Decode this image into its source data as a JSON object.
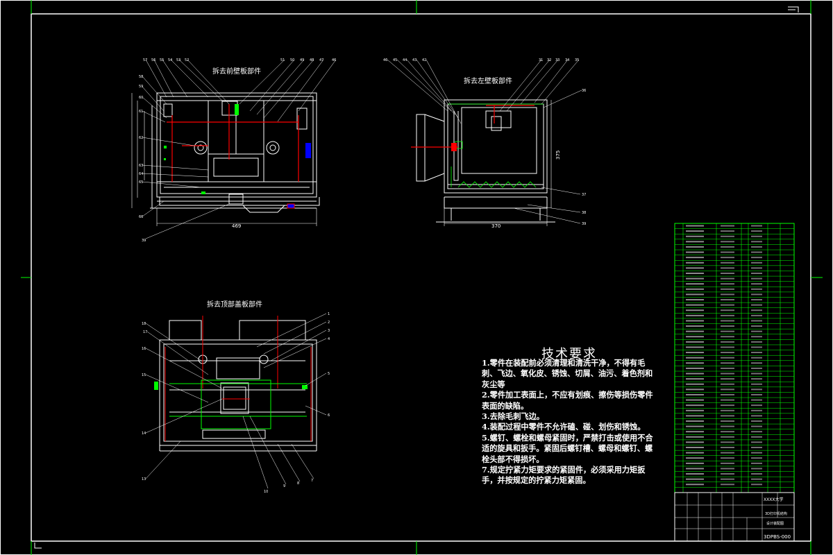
{
  "views": {
    "front_title": "拆去前壁板部件",
    "left_title": "拆去左壁板部件",
    "top_title": "拆去顶部盖板部件",
    "front_width_dim": "469",
    "left_width_dim": "370",
    "left_height_dim": "375"
  },
  "tech_requirements": {
    "title": "技术要求",
    "items": [
      "1.零件在装配前必须清理和清洗干净，不得有毛刺、飞边、氧化皮、锈蚀、切屑、油污、着色剂和灰尘等",
      "2.零件加工表面上，不应有划痕、擦伤等损伤零件表面的缺陷。",
      "3.去除毛刺飞边。",
      "4.装配过程中零件不允许磕、碰、划伤和锈蚀。",
      "5.螺钉、螺栓和螺母紧固时，严禁打击或使用不合适的旋具和扳手。紧固后螺钉槽、螺母和螺钉、螺栓头部不得损坏。",
      "7.规定拧紧力矩要求的紧固件，必须采用力矩扳手，并按规定的拧紧力矩紧固。"
    ]
  },
  "title_block": {
    "org": "XXXX大学",
    "name_line1": "3D打印机结构",
    "name_line2": "设计装配图",
    "drawing_no": "3DPBS-000"
  },
  "colors": {
    "background": "#000000",
    "line": "#ffffff",
    "red": "#ff0000",
    "green": "#00ff00",
    "blue": "#0000ff"
  }
}
